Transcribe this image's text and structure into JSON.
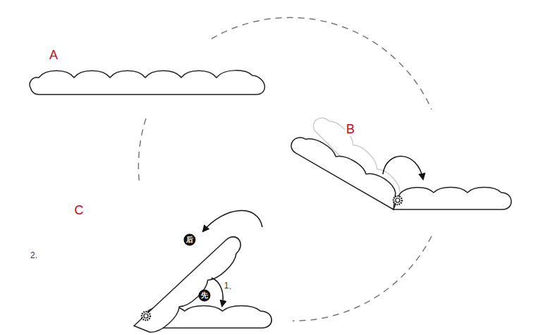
{
  "diagram": {
    "labels": [
      "A",
      "B",
      "C",
      "后",
      "先",
      "1、",
      "2."
    ]
  }
}
